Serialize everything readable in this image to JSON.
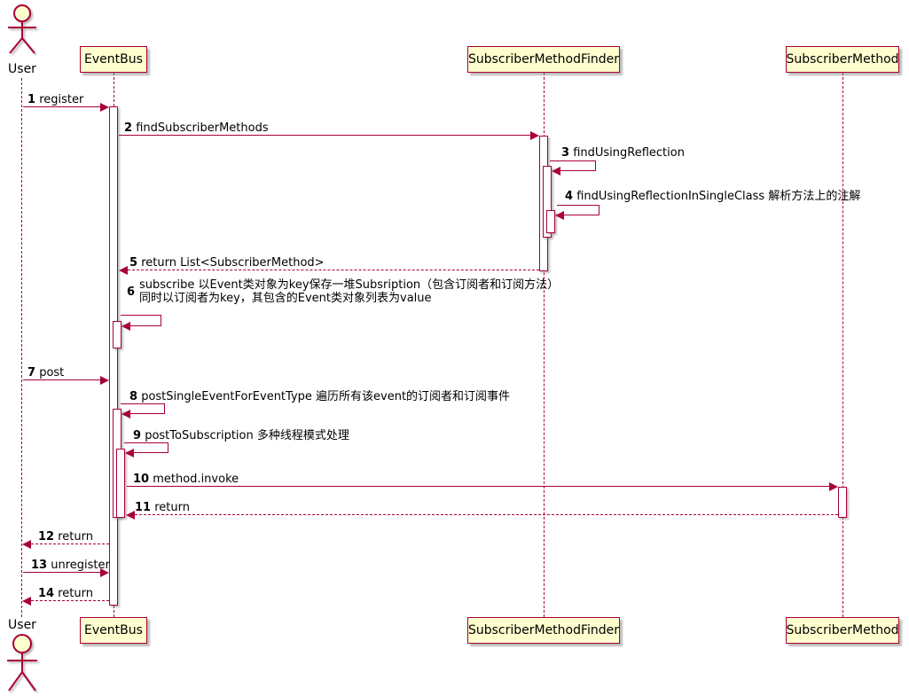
{
  "diagram": {
    "type": "sequence",
    "colors": {
      "accent": "#A80036",
      "participant_fill": "#FEFECE",
      "text": "#000000"
    },
    "actor": {
      "name": "User"
    },
    "participants": [
      {
        "label": "EventBus"
      },
      {
        "label": "SubscriberMethodFinder"
      },
      {
        "label": "SubscriberMethod"
      }
    ],
    "messages": [
      {
        "num": "1",
        "label": "register",
        "from": "User",
        "to": "EventBus",
        "style": "solid"
      },
      {
        "num": "2",
        "label": "findSubscriberMethods",
        "from": "EventBus",
        "to": "SubscriberMethodFinder",
        "style": "solid"
      },
      {
        "num": "3",
        "label": "findUsingReflection",
        "from": "SubscriberMethodFinder",
        "to": "SubscriberMethodFinder",
        "style": "solid"
      },
      {
        "num": "4",
        "label": "findUsingReflectionInSingleClass 解析方法上的注解",
        "from": "SubscriberMethodFinder",
        "to": "SubscriberMethodFinder",
        "style": "solid"
      },
      {
        "num": "5",
        "label": "return List<SubscriberMethod>",
        "from": "SubscriberMethodFinder",
        "to": "EventBus",
        "style": "dashed"
      },
      {
        "num": "6",
        "label": "subscribe 以Event类对象为key保存一堆Subsription（包含订阅者和订阅方法）",
        "label2": "同时以订阅者为key，其包含的Event类对象列表为value",
        "from": "EventBus",
        "to": "EventBus",
        "style": "solid"
      },
      {
        "num": "7",
        "label": "post",
        "from": "User",
        "to": "EventBus",
        "style": "solid"
      },
      {
        "num": "8",
        "label": "postSingleEventForEventType 遍历所有该event的订阅者和订阅事件",
        "from": "EventBus",
        "to": "EventBus",
        "style": "solid"
      },
      {
        "num": "9",
        "label": "postToSubscription 多种线程模式处理",
        "from": "EventBus",
        "to": "EventBus",
        "style": "solid"
      },
      {
        "num": "10",
        "label": "method.invoke",
        "from": "EventBus",
        "to": "SubscriberMethod",
        "style": "solid"
      },
      {
        "num": "11",
        "label": "return",
        "from": "SubscriberMethod",
        "to": "EventBus",
        "style": "dashed"
      },
      {
        "num": "12",
        "label": "return",
        "from": "EventBus",
        "to": "User",
        "style": "dashed"
      },
      {
        "num": "13",
        "label": "unregister",
        "from": "User",
        "to": "EventBus",
        "style": "solid"
      },
      {
        "num": "14",
        "label": "return",
        "from": "EventBus",
        "to": "User",
        "style": "dashed"
      }
    ]
  }
}
